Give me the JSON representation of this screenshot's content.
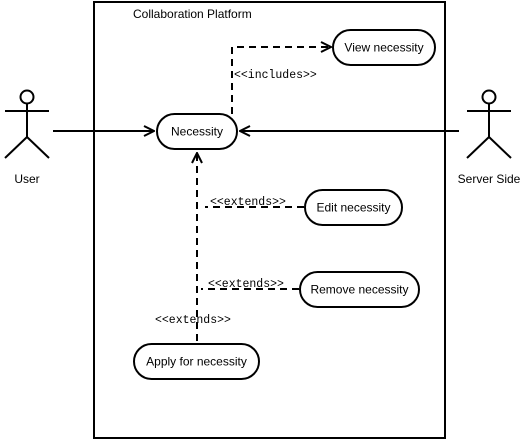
{
  "system": {
    "title": "Collaboration Platform"
  },
  "actors": {
    "user": {
      "label": "User"
    },
    "server": {
      "label": "Server Side"
    }
  },
  "use_cases": {
    "necessity": "Necessity",
    "view": "View necessity",
    "edit": "Edit necessity",
    "remove": "Remove necessity",
    "apply": "Apply for necessity"
  },
  "relations": {
    "includes_view": "<<includes>>",
    "extends_edit": "<<extends>>",
    "extends_remove": "<<extends>>",
    "extends_apply": "<<extends>>"
  }
}
